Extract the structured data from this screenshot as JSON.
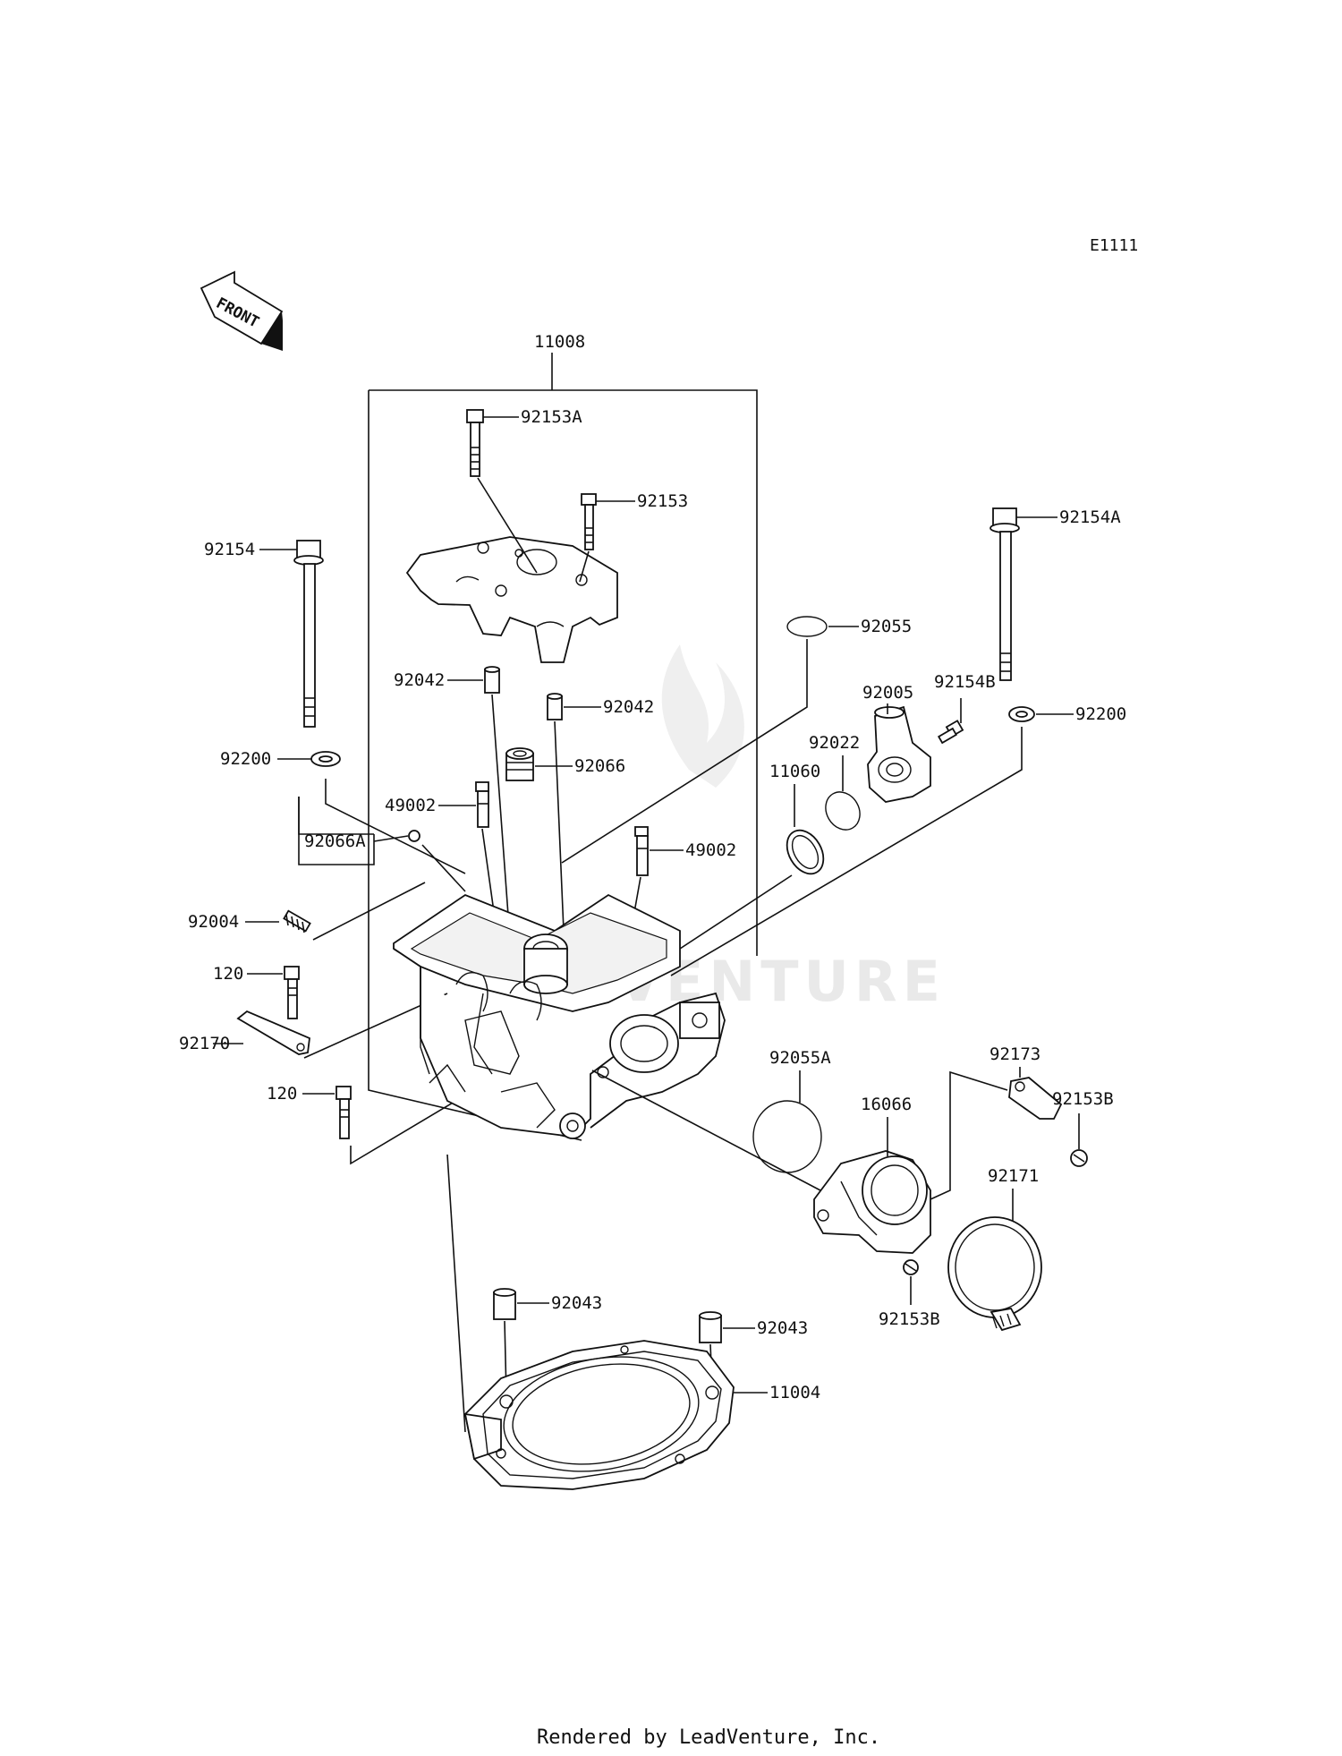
{
  "diagram_code": "E1111",
  "front_label": "FRONT",
  "watermark": "VENTURE",
  "footer": "Rendered by LeadVenture, Inc.",
  "callouts": {
    "c11008": "11008",
    "c92153A": "92153A",
    "c92153": "92153",
    "c92154": "92154",
    "c92154A": "92154A",
    "c92055": "92055",
    "c92005": "92005",
    "c92154B": "92154B",
    "c92042a": "92042",
    "c92042b": "92042",
    "c92200a": "92200",
    "c92200b": "92200",
    "c92022": "92022",
    "c92066": "92066",
    "c11060": "11060",
    "c49002a": "49002",
    "c49002b": "49002",
    "c92066A": "92066A",
    "c92004": "92004",
    "c120a": "120",
    "c92170": "92170",
    "c120b": "120",
    "c92055A": "92055A",
    "c92173": "92173",
    "c92153Ba": "92153B",
    "c16066": "16066",
    "c92171": "92171",
    "c92153Bb": "92153B",
    "c92043a": "92043",
    "c92043b": "92043",
    "c11004": "11004"
  }
}
